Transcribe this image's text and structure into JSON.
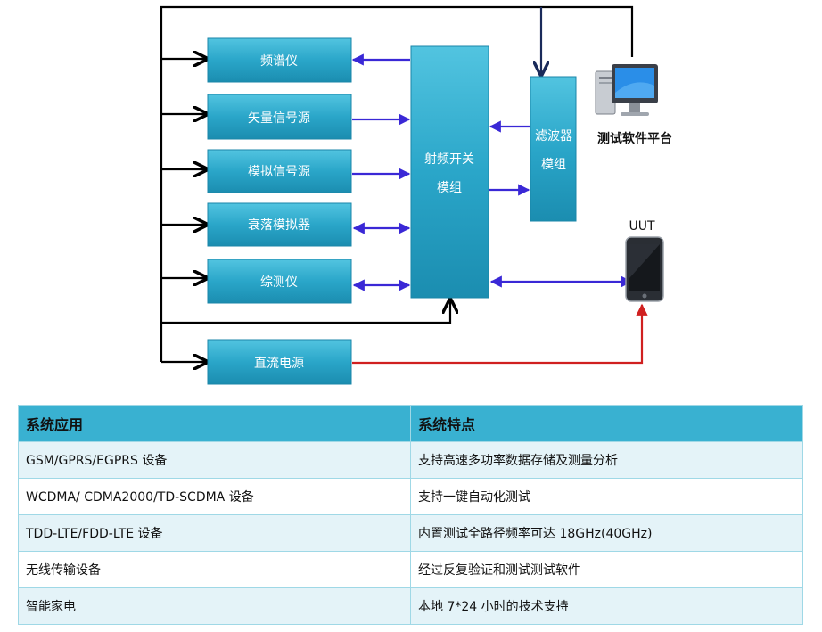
{
  "diagram": {
    "instruments": [
      "频谱仪",
      "矢量信号源",
      "模拟信号源",
      "衰落模拟器",
      "综测仪"
    ],
    "dc_power": "直流电源",
    "rf_switch": [
      "射频开关",
      "模组"
    ],
    "filter": [
      "滤波器",
      "模组"
    ],
    "software_platform": "测试软件平台",
    "uut": "UUT",
    "colors": {
      "box": "#2aa3c7",
      "blue_arrow": "#3a28d6",
      "red_line": "#d02020",
      "navy_arrow": "#1a2a5a"
    }
  },
  "table": {
    "headers": [
      "系统应用",
      "系统特点"
    ],
    "rows": [
      [
        "GSM/GPRS/EGPRS 设备",
        "支持高速多功率数据存储及测量分析"
      ],
      [
        "WCDMA/ CDMA2000/TD-SCDMA 设备",
        "支持一键自动化测试"
      ],
      [
        "TDD-LTE/FDD-LTE 设备",
        "内置测试全路径频率可达 18GHz(40GHz)"
      ],
      [
        "无线传输设备",
        "经过反复验证和测试测试软件"
      ],
      [
        "智能家电",
        "本地 7*24 小时的技术支持"
      ]
    ]
  }
}
